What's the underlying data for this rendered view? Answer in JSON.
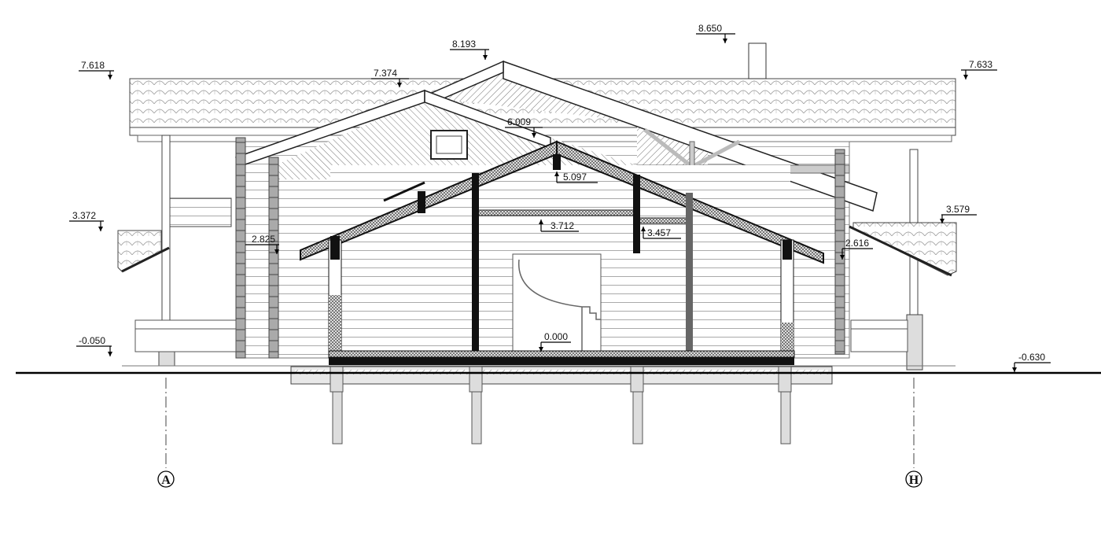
{
  "drawing": {
    "title": "Building section elevation",
    "levels": {
      "roof_left_eave": "7.618",
      "roof_ridge_main": "8.193",
      "chimney_top": "8.650",
      "roof_ridge_secondary": "7.374",
      "roof_right_eave": "7.633",
      "gable_ridge_inner": "6.009",
      "ridge_beam": "5.097",
      "ceiling_main": "3.712",
      "ceiling_side": "3.457",
      "porch_roof_left": "3.372",
      "wall_top_left": "2.825",
      "wall_top_right": "2.616",
      "porch_roof_right": "3.579",
      "porch_floor_left": "-0.050",
      "floor_zero": "0.000",
      "ground_level": "-0.630"
    },
    "axes": {
      "left": "А",
      "right": "Н"
    }
  }
}
